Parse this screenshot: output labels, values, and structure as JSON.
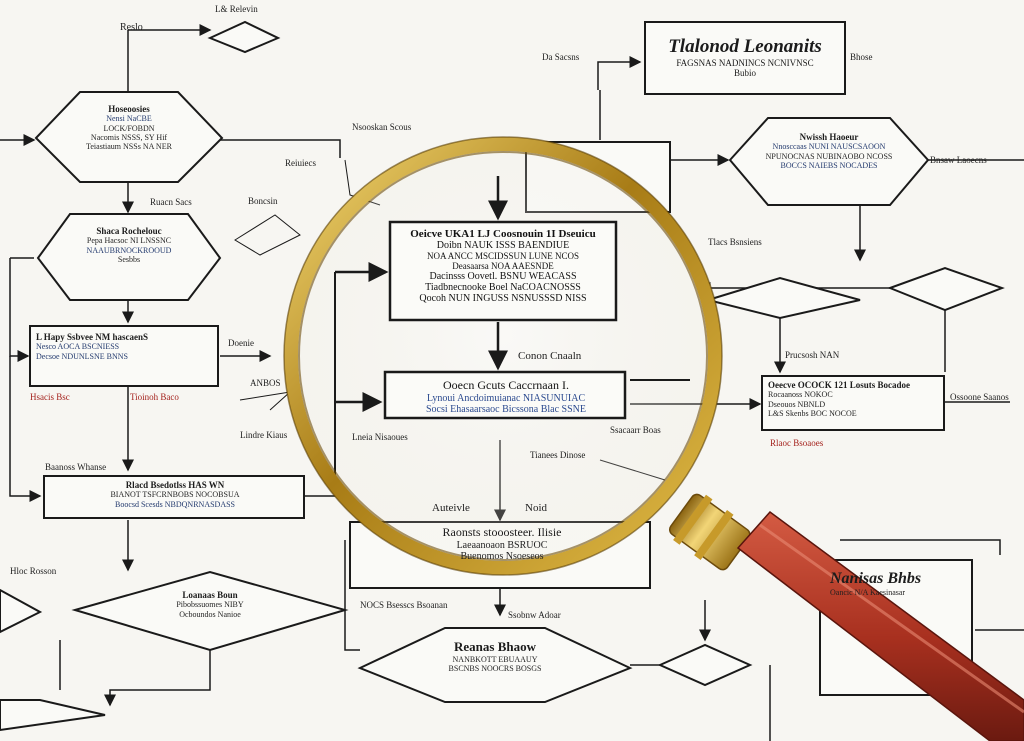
{
  "title_box": {
    "heading": "Tlalonod Leonanits",
    "subline": "FAGSNAS NADNINCS NCNIVNSC",
    "caption": "Bubio"
  },
  "top_labels": {
    "ref": "Reslo",
    "top": "L& Relevin",
    "sacsns": "Da Sacsns",
    "hose": "Bhose"
  },
  "blocks": {
    "hex1": {
      "t": "Hoseoosies",
      "s1": "Nensi NaCBE",
      "s2": "LOCK/FOBDN",
      "s3": "Nacomis NSSS, SY Hif",
      "s4": "Teiastiaum NSSs NA NER"
    },
    "hex2": {
      "t": "Shaca Rochelouc",
      "s1": "Pepa Hacsoc NI LNSSNC",
      "s2": "NAAUBRNOCKROOUD",
      "s3": "Sesbbs"
    },
    "box3": {
      "t": "L Hapy Ssbvee NM hascaenS",
      "s1": "Nesco AOCA BSCNIESS",
      "s2": "Decsoe NDUNLSNE BNNS"
    },
    "box4": {
      "t": "Rlacd Bsedotlss HAS WN",
      "s1": "BIANOT TSFCRNBOBS NOCOBSUA",
      "s2": "Boocsd Scesds NBDQNRNASDASS"
    },
    "dia5": {
      "t": "Loanaas Boun",
      "s1": "Pibobssuomes NIBY",
      "s2": "Ocboundos Nanioe"
    },
    "mag_main": {
      "t": "Oeicve UKA1 LJ Coosnouin 1I Dseuicu",
      "s1": "Doibn NAUK ISSS BAENDIUE",
      "s2": "NOA ANCC MSCIDSSUN LUNE NCOS",
      "s3": "Deasaarsa NOA AAESNDE",
      "s4": "Dacinsss Oovetl. BSNU WEACASS",
      "s5": "Tiadbnecnooke Boel NaCOACNOSSS",
      "s6": "Qocoh NUN INGUSS NSNUSSSD NISS"
    },
    "mag_mid": {
      "t": "Ooecn Gcuts Caccrnaan I.",
      "s1": "Lynoui Ancdoimuianac NIASUNUIAC",
      "s2": "Socsi Ehasaarsaoc Bicssona Blac SSNE"
    },
    "right_hex": {
      "t": "Nwissh Haoeur",
      "s1": "Nnosccaas NUNI NAUSCSAOON",
      "s2": "NPUNOCNAS NUBINAOBO NCOSS",
      "s3": "BOCCS NAIEBS NOCADES"
    },
    "right_box": {
      "t": "Oeecve OCOCK 121 Losuts Bocadoe",
      "s1": "Rocaanoss NOKOC",
      "s2": "Dseouos NBNLD",
      "s3": "L&S Skenbs BOC NOCOE"
    },
    "bot_hex": {
      "t": "Reanas Bhaow",
      "s1": "NANBKOTT EBUAAUY",
      "s2": "BSCNBS NOOCRS BOSGS"
    },
    "bot_dia": {
      "t": "Raonsts stooosteer. Ilisie",
      "s1": "Laeaanoaon BSRUOC",
      "s2": "Buenomos Nsoeseos"
    },
    "right_bottom": {
      "t": "Nanisas Bhbs",
      "s1": "Oancic N/A Kaesinasar"
    }
  },
  "labels": [
    "Nsooskan Scous",
    "Reiuiecs",
    "Ruacn Sacs",
    "Boncsin",
    "ANBOS",
    "Lindre Kiaus",
    "Hsacis Bsc",
    "Tioinoh Baco",
    "Baanoss Whanse",
    "Hloc Rosson",
    "Doenie",
    "NOCS Bsesscs Bsoanan",
    "Ssobnw Adoar",
    "Tianees Dinose",
    "Lneia Nisaoues",
    "Auteivle",
    "Noid",
    "Ssacaarr Boas",
    "Prucsosh NAN",
    "Rlaoc Bsoaoes",
    "Bnsaw Laoecns",
    "Tlacs Bsnsiens",
    "Ossoone Saanos",
    "Conon Cnaaln"
  ],
  "colors": {
    "magnifier_rim": "#c9a23a",
    "handle": "#b2372a",
    "ink": "#1a1a1a",
    "blue_ink": "#2b4a8f"
  }
}
